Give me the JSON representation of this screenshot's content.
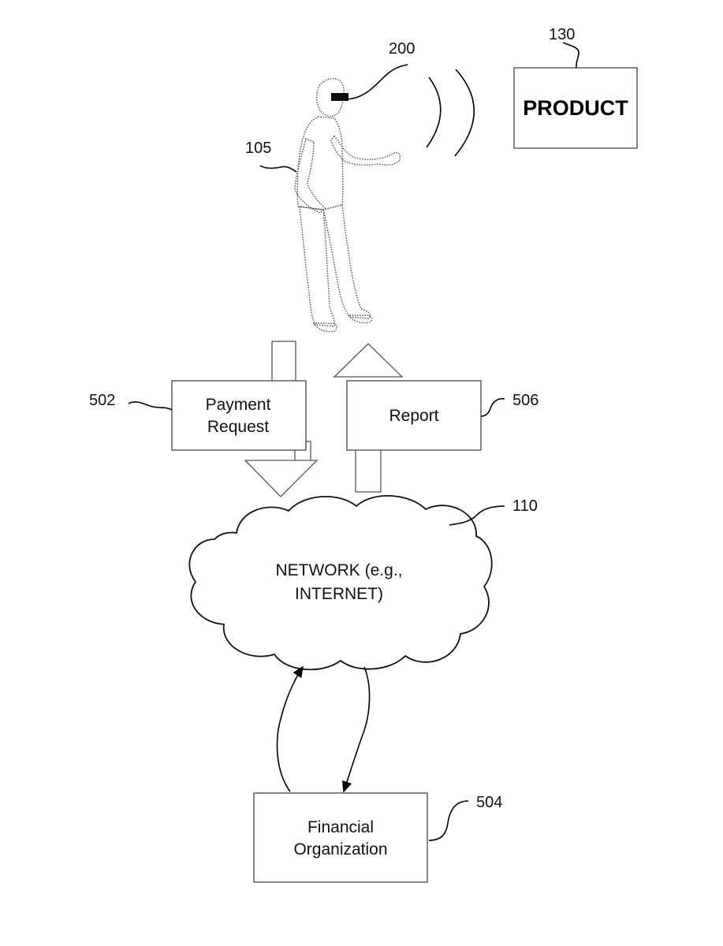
{
  "labels": {
    "product_ref": "130",
    "device_ref": "200",
    "user_ref": "105",
    "payment_ref": "502",
    "report_ref": "506",
    "network_ref": "110",
    "financial_ref": "504"
  },
  "product": {
    "text": "PRODUCT"
  },
  "payment_request": {
    "line1": "Payment",
    "line2": "Request"
  },
  "report": {
    "text": "Report"
  },
  "network": {
    "line1": "NETWORK (e.g.,",
    "line2": "INTERNET)"
  },
  "financial_organization": {
    "line1": "Financial",
    "line2": "Organization"
  },
  "icons": {
    "user": "person-figure-icon",
    "device": "head-mounted-display-icon",
    "signal": "wireless-signal-icon",
    "network": "cloud-icon"
  }
}
